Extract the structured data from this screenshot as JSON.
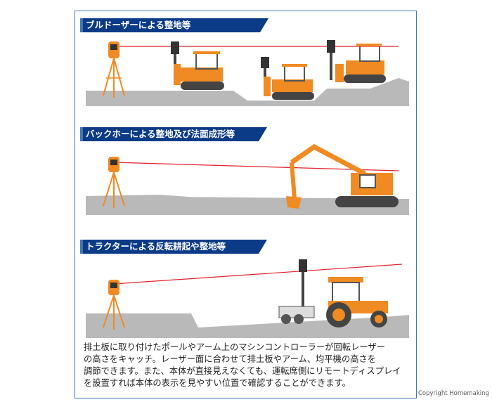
{
  "sections": [
    {
      "title": "ブルドーザーによる整地等"
    },
    {
      "title": "バックホーによる整地及び法面成形等"
    },
    {
      "title": "トラクターによる反転耕起や整地等"
    }
  ],
  "description": [
    "排土板に取り付けたポールやアーム上のマシンコントローラーが回転レーザー",
    "の高さをキャッチ。レーザー面に合わせて排土板やアーム、均平機の高さを",
    "調節できます。また、本体が直接見えなくても、運転席側にリモートディスプレイ",
    "を設置すれば本体の表示を見やすい位置で確認することができます。"
  ],
  "copyright": "Copyright Homemaking",
  "colors": {
    "banner": "#0b3a86",
    "ground": "#b9b9b9",
    "laser": "#e8202a",
    "machine": "#f08a22",
    "tripod": "#f08a22"
  }
}
